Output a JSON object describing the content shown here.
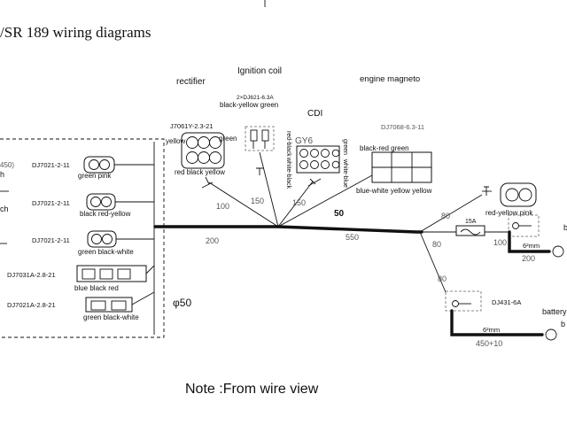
{
  "title": "SR 189 wiring diagrams",
  "note": "Note :From wire view",
  "components": {
    "rectifier": "rectifier",
    "ignition_coil": "Ignition coil",
    "cdi": "CDI",
    "engine_magneto": "engine magneto"
  },
  "connectors": {
    "rectifier_part": "J7061Y-2.3-21",
    "rectifier_wires_a": "yellow",
    "rectifier_wires_b": "green",
    "rectifier_wires_c": "red black yellow",
    "coil_part": "2×DJ621-6.3A",
    "coil_wires": "black-yellow green",
    "cdi_part": "GY6",
    "cdi_wire_1": "red-black",
    "cdi_wire_2": "white-black",
    "cdi_wire_3": "green",
    "cdi_wire_4": "white-blue",
    "magneto_part": "DJ7068-6.3-11",
    "magneto_wires_top": "black-red  green",
    "magneto_wires_bottom": "blue-white yellow yellow",
    "left_1_part": "DJ7021-2-11",
    "left_1_wires": "green  pink",
    "left_2_part": "DJ7021-2-11",
    "left_2_wires": "black  red-yellow",
    "left_3_part": "DJ7021-2-11",
    "left_3_wires": "green black-white",
    "left_4_part": "DJ7031A-2.8-21",
    "left_4_wires": "blue black red",
    "left_5_part": "DJ7021A-2.8-21",
    "left_5_wires": "green black-white",
    "right_plug_wires": "red-yellow pink",
    "terminal_part": "DJ431-6A",
    "battery_label": "battery",
    "fuse_label": "15A"
  },
  "edge_labels": {
    "left_450": "450)",
    "left_h": "h",
    "left_ch": "ch",
    "right_b1": "b",
    "right_b2": "b"
  },
  "lengths": {
    "rectifier_branch": "100",
    "coil_branch": "150",
    "cdi_branch": "150",
    "magneto_branch": "50",
    "left_trunk": "200",
    "right_trunk": "550",
    "upper_right": "80",
    "mid_right": "80",
    "fuse_tail": "100",
    "mm_upper": "6²mm",
    "mm_upper_len": "200",
    "mm_lower": "6²mm",
    "mm_lower_len": "450+10",
    "diameter": "φ50"
  }
}
